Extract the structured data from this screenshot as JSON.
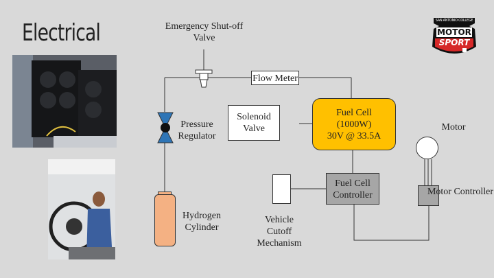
{
  "slide": {
    "title": "Electrical"
  },
  "logo": {
    "top_text": "SAN ANTONIO COLLEGE",
    "line1": "MOTOR",
    "line2": "SPORT",
    "red": "#d62828"
  },
  "labels": {
    "shutoff": [
      "Emergency Shut-off",
      "Valve"
    ],
    "flow_meter": "Flow Meter",
    "pressure_regulator": [
      "Pressure",
      "Regulator"
    ],
    "solenoid": [
      "Solenoid",
      "Valve"
    ],
    "fuel_cell": [
      "Fuel Cell",
      "(1000W)",
      "30V @ 33.5A"
    ],
    "motor": "Motor",
    "fuel_cell_controller": [
      "Fuel Cell",
      "Controller"
    ],
    "motor_controller": "Motor Controller",
    "hydrogen_cylinder": [
      "Hydrogen",
      "Cylinder"
    ],
    "vehicle_cutoff": [
      "Vehicle",
      "Cutoff",
      "Mechanism"
    ]
  },
  "colors": {
    "fuel_cell": "#ffc000",
    "cylinder": "#f4b183",
    "valve": "#2e75b6",
    "controller": "#a6a6a6"
  }
}
